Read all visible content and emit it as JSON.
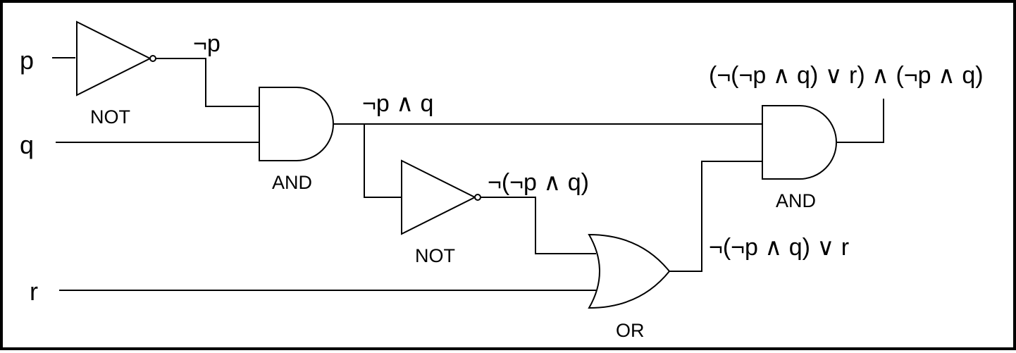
{
  "inputs": {
    "p": "p",
    "q": "q",
    "r": "r"
  },
  "gates": {
    "not1": "NOT",
    "and1": "AND",
    "not2": "NOT",
    "or1": "OR",
    "and2": "AND"
  },
  "signals": {
    "not_p": "¬p",
    "p_and_q": "¬p ∧ q",
    "not_p_and_q": "¬(¬p ∧ q)",
    "or_r": "¬(¬p ∧ q) ∨ r",
    "output": "(¬(¬p ∧ q) ∨ r) ∧ (¬p ∧ q)"
  },
  "colors": {
    "line": "#000000",
    "background": "#ffffff"
  }
}
